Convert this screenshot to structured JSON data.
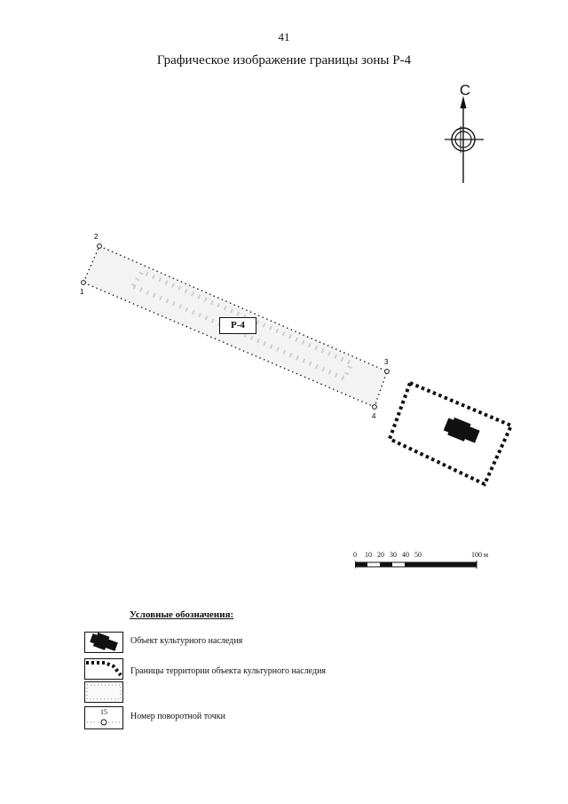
{
  "page_number": "41",
  "title": "Графическое изображение границы зоны Р-4",
  "compass": {
    "letter": "С",
    "icon": "north-arrow-icon"
  },
  "zone": {
    "label": "Р-4"
  },
  "points": [
    {
      "num": "1"
    },
    {
      "num": "2"
    },
    {
      "num": "3"
    },
    {
      "num": "4"
    }
  ],
  "scale": {
    "ticks": [
      "0",
      "10",
      "20",
      "30",
      "40",
      "50",
      "100 м"
    ]
  },
  "legend": {
    "title": "Условные обозначения:",
    "items": [
      {
        "icon": "heritage-object-icon",
        "text": "Объект культурного наследия"
      },
      {
        "icon": "heritage-territory-border-icon",
        "text": "Границы территории объекта культурного наследия"
      },
      {
        "icon": "zone-border-icon",
        "text": ""
      },
      {
        "icon": "turning-point-icon",
        "sample": "15",
        "text": "Номер поворотной точки"
      }
    ]
  },
  "colors": {
    "ink": "#111111",
    "zone_fill": "#e6e6e6"
  }
}
